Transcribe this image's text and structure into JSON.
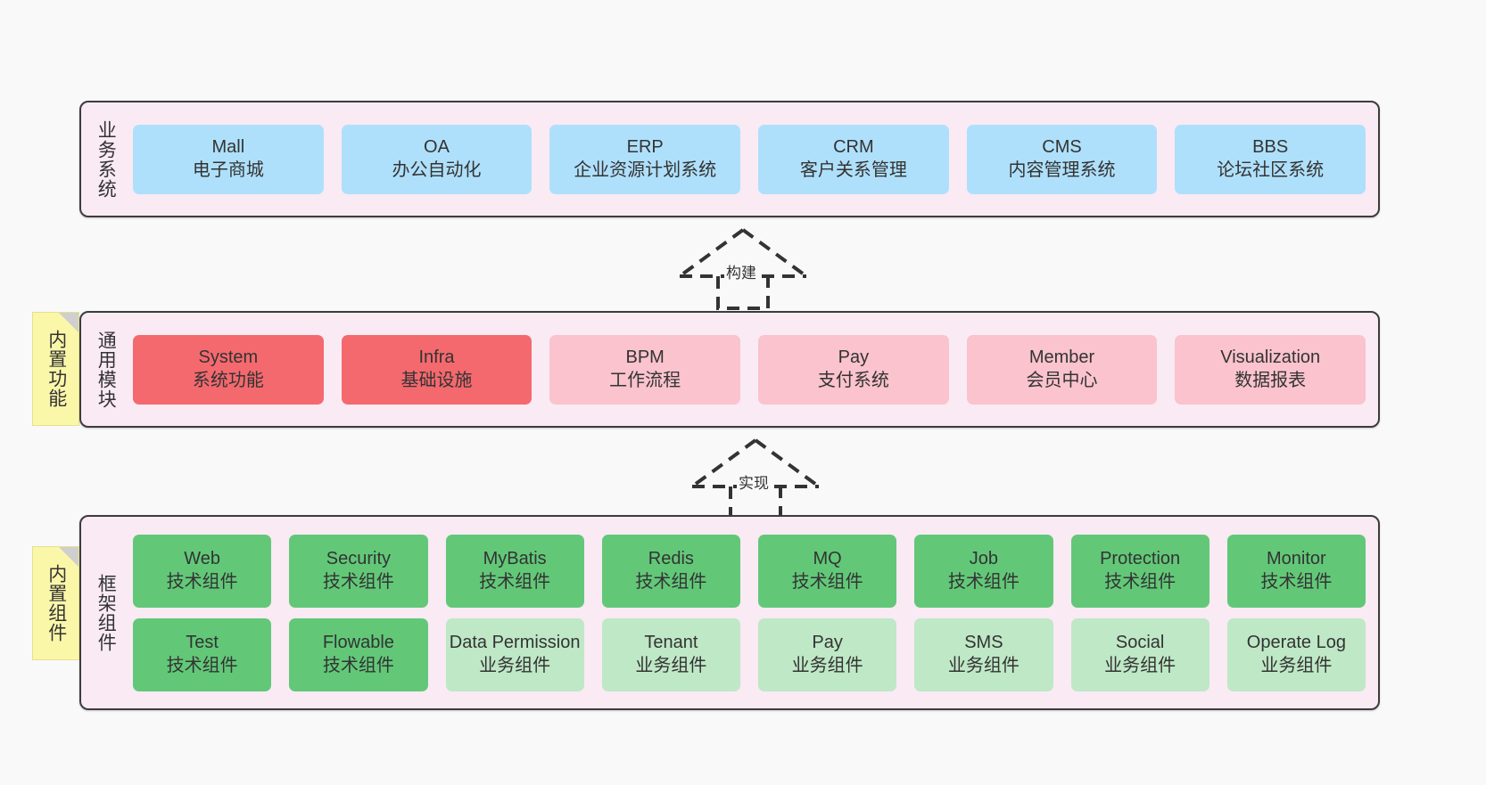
{
  "layers": [
    {
      "id": "business",
      "label": "业务系统",
      "rows": [
        {
          "cells": [
            {
              "en": "Mall",
              "cn": "电子商城",
              "color": "#afe0fb"
            },
            {
              "en": "OA",
              "cn": "办公自动化",
              "color": "#afe0fb"
            },
            {
              "en": "ERP",
              "cn": "企业资源计划系统",
              "color": "#afe0fb"
            },
            {
              "en": "CRM",
              "cn": "客户关系管理",
              "color": "#afe0fb"
            },
            {
              "en": "CMS",
              "cn": "内容管理系统",
              "color": "#afe0fb"
            },
            {
              "en": "BBS",
              "cn": "论坛社区系统",
              "color": "#afe0fb"
            }
          ]
        }
      ]
    },
    {
      "id": "common",
      "label": "通用模块",
      "rows": [
        {
          "cells": [
            {
              "en": "System",
              "cn": "系统功能",
              "color": "#f4696e"
            },
            {
              "en": "Infra",
              "cn": "基础设施",
              "color": "#f4696e"
            },
            {
              "en": "BPM",
              "cn": "工作流程",
              "color": "#fac3cd"
            },
            {
              "en": "Pay",
              "cn": "支付系统",
              "color": "#fac3cd"
            },
            {
              "en": "Member",
              "cn": "会员中心",
              "color": "#fac3cd"
            },
            {
              "en": "Visualization",
              "cn": "数据报表",
              "color": "#fac3cd"
            }
          ]
        }
      ]
    },
    {
      "id": "framework",
      "label": "框架组件",
      "rows": [
        {
          "cells": [
            {
              "en": "Web",
              "cn": "技术组件",
              "color": "#62c878"
            },
            {
              "en": "Security",
              "cn": "技术组件",
              "color": "#62c878"
            },
            {
              "en": "MyBatis",
              "cn": "技术组件",
              "color": "#62c878"
            },
            {
              "en": "Redis",
              "cn": "技术组件",
              "color": "#62c878"
            },
            {
              "en": "MQ",
              "cn": "技术组件",
              "color": "#62c878"
            },
            {
              "en": "Job",
              "cn": "技术组件",
              "color": "#62c878"
            },
            {
              "en": "Protection",
              "cn": "技术组件",
              "color": "#62c878"
            },
            {
              "en": "Monitor",
              "cn": "技术组件",
              "color": "#62c878"
            }
          ]
        },
        {
          "cells": [
            {
              "en": "Test",
              "cn": "技术组件",
              "color": "#62c878"
            },
            {
              "en": "Flowable",
              "cn": "技术组件",
              "color": "#62c878"
            },
            {
              "en": "Data Permission",
              "cn": "业务组件",
              "color": "#bfe8c6"
            },
            {
              "en": "Tenant",
              "cn": "业务组件",
              "color": "#bfe8c6"
            },
            {
              "en": "Pay",
              "cn": "业务组件",
              "color": "#bfe8c6"
            },
            {
              "en": "SMS",
              "cn": "业务组件",
              "color": "#bfe8c6"
            },
            {
              "en": "Social",
              "cn": "业务组件",
              "color": "#bfe8c6"
            },
            {
              "en": "Operate Log",
              "cn": "业务组件",
              "color": "#bfe8c6"
            }
          ]
        }
      ]
    }
  ],
  "sticky_notes": [
    {
      "id": "builtin-func",
      "label": "内置功能",
      "color": "#fbf7a9"
    },
    {
      "id": "builtin-comp",
      "label": "内置组件",
      "color": "#fbf7a9"
    }
  ],
  "arrows": [
    {
      "id": "build",
      "label": "构建",
      "style": "dashed-hollow-up"
    },
    {
      "id": "impl",
      "label": "实现",
      "style": "dashed-hollow-up"
    }
  ],
  "colors": {
    "page_background": "#f9f9f9",
    "layer_background": "#f9eaf4",
    "layer_border": "#3c3c3c",
    "text": "#333333",
    "blue": "#afe0fb",
    "red_strong": "#f4696e",
    "red_light": "#fac3cd",
    "green_strong": "#62c878",
    "green_light": "#bfe8c6",
    "sticky_yellow": "#fbf7a9",
    "sticky_fold": "#cfcfcf"
  }
}
